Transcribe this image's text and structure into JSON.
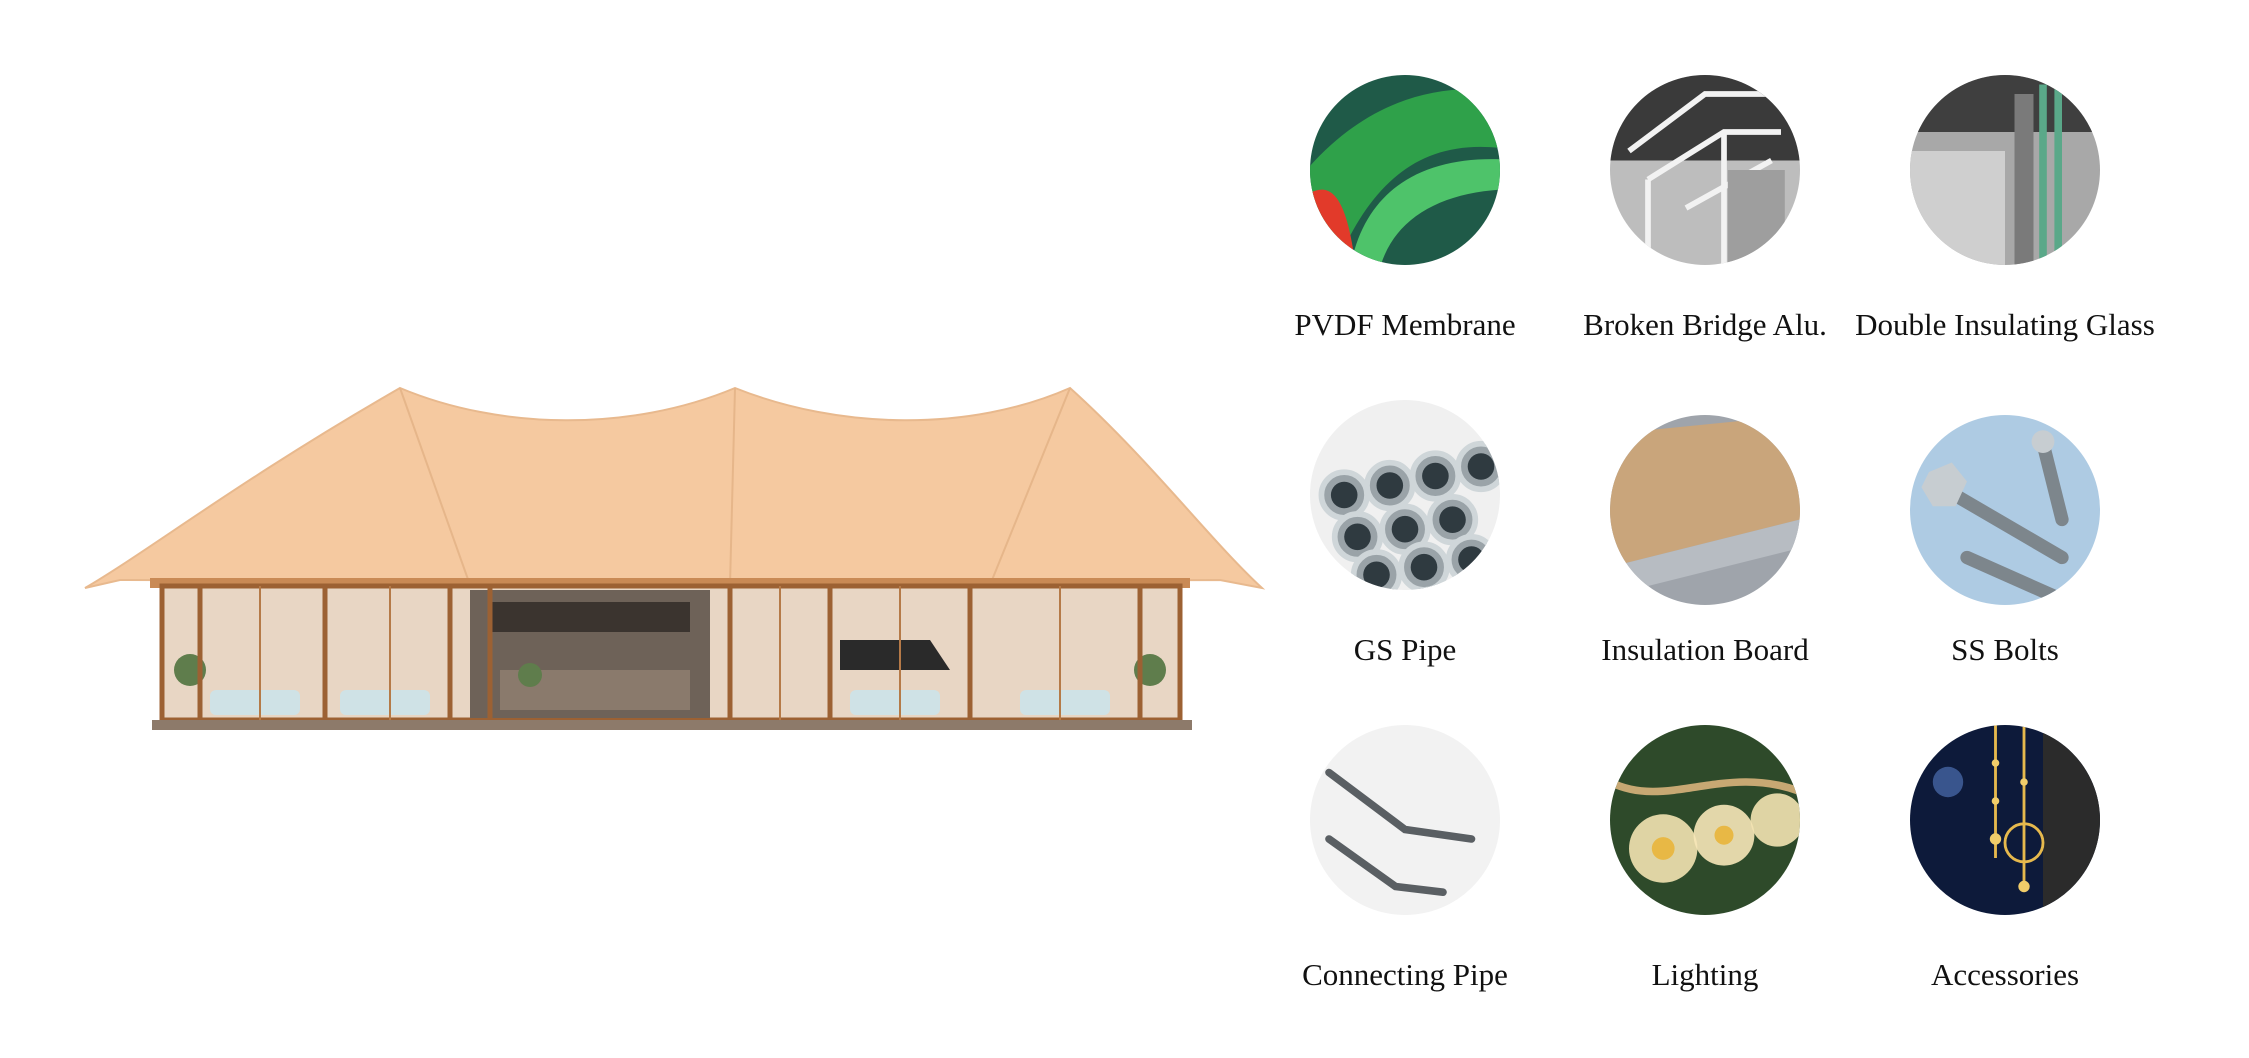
{
  "materials": [
    {
      "label": "PVDF Membrane",
      "icon": "pvdf-membrane-icon"
    },
    {
      "label": "Broken Bridge Alu.",
      "icon": "aluminum-profile-icon"
    },
    {
      "label": "Double Insulating Glass",
      "icon": "insulating-glass-icon"
    },
    {
      "label": "GS Pipe",
      "icon": "steel-pipe-icon"
    },
    {
      "label": "Insulation Board",
      "icon": "insulation-board-icon"
    },
    {
      "label": "SS Bolts",
      "icon": "bolt-icon"
    },
    {
      "label": "Connecting Pipe",
      "icon": "connecting-pipe-icon"
    },
    {
      "label": "Lighting",
      "icon": "light-bulb-icon"
    },
    {
      "label": "Accessories",
      "icon": "accessories-icon"
    }
  ],
  "colors": {
    "membrane": "#f5c9a0",
    "wood_frame": "#a0673a",
    "label_text": "#111111"
  }
}
